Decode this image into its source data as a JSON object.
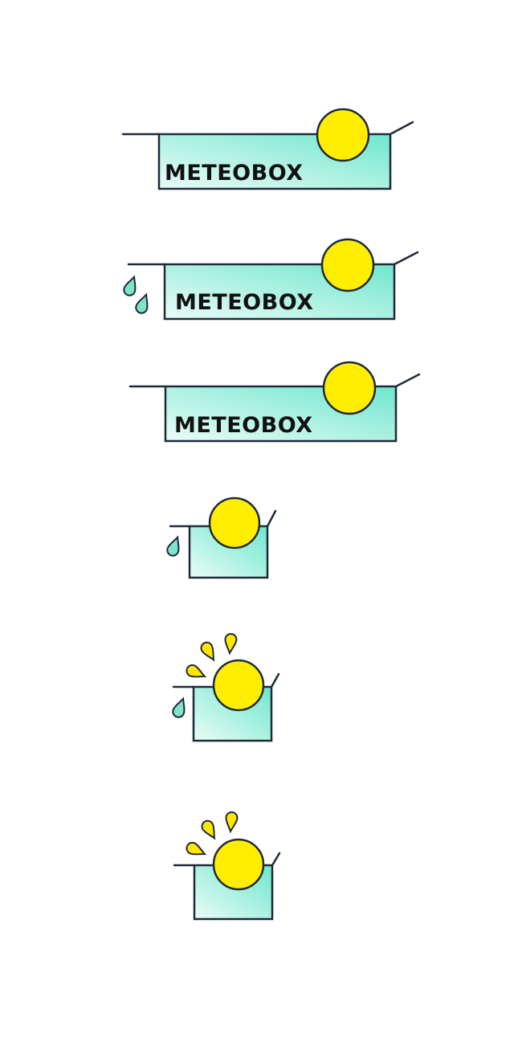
{
  "logos": [
    {
      "variant": "wide",
      "wordmark": "METEOBOX"
    },
    {
      "variant": "wide-rain",
      "wordmark": "METEOBOX"
    },
    {
      "variant": "wide-plain",
      "wordmark": "METEOBOX"
    },
    {
      "variant": "icon-rain"
    },
    {
      "variant": "icon-rain-rays"
    },
    {
      "variant": "icon-rays"
    }
  ],
  "colors": {
    "sun": "#ffee00",
    "box_top": "#6fe6cc",
    "box_bottom": "#eafcf7",
    "outline": "#1e2a3a"
  }
}
